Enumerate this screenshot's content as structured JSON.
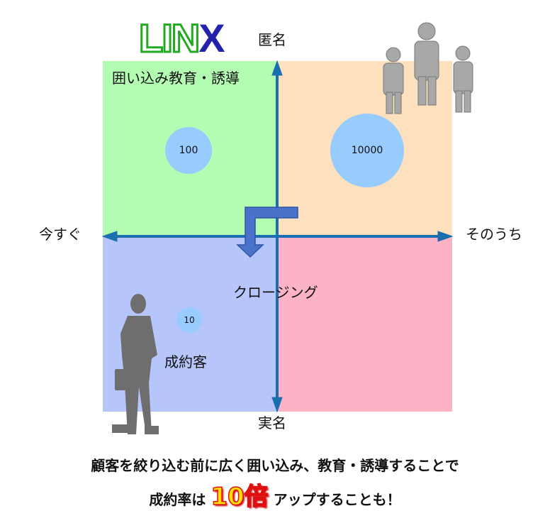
{
  "logo": "LINX",
  "axis": {
    "top": "匿名",
    "bottom": "実名",
    "left": "今すぐ",
    "right": "そのうち"
  },
  "quadrants": {
    "top_left": "囲い込み教育・誘導",
    "bottom_center": "クロージング",
    "bottom_left": "成約客"
  },
  "circles": {
    "top_left": "100",
    "top_right": "10000",
    "bottom_left": "10"
  },
  "colors": {
    "green": "#b3fdb3",
    "orange": "#fde0bd",
    "blue": "#b6c6fa",
    "pink": "#fdb3c6",
    "axis": "#1b6fb0"
  },
  "footer": {
    "line1": "顧客を絞り込む前に広く囲い込み、教育・誘導することで",
    "line2_pre": "成約率は",
    "line2_em": "10倍",
    "line2_post": "アップすることも！"
  }
}
